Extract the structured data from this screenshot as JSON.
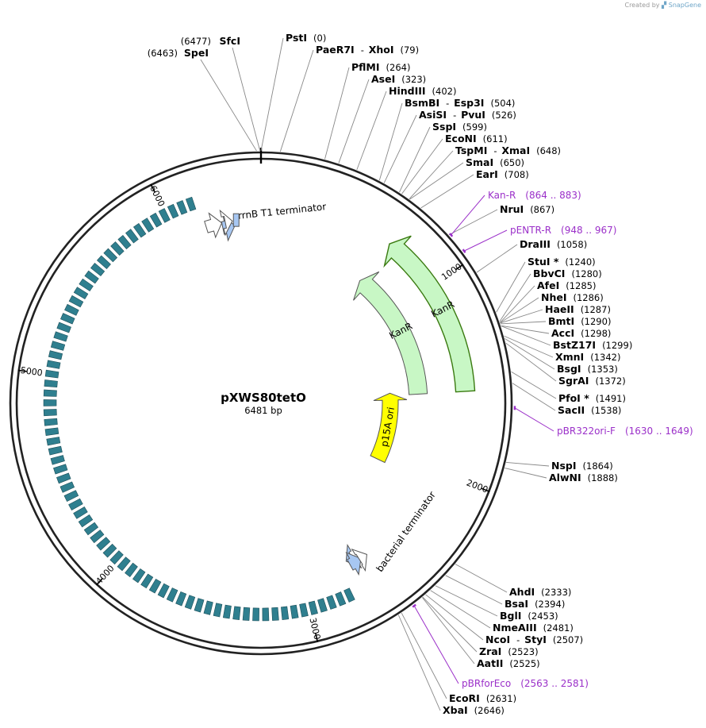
{
  "credit": {
    "prefix": "Created by",
    "brand": "SnapGene"
  },
  "plasmid": {
    "name": "pXWS80tetO",
    "length_label": "6481 bp",
    "length": 6481
  },
  "colors": {
    "feature_green": "#c8f7c5",
    "ori_yellow": "#ffff00",
    "terminator_blue": "#a7c7f2",
    "repeat_teal": "#2f7f8f",
    "primer_purple": "#9b30c9",
    "kan_outline": "#3a7a10"
  },
  "ticks": [
    {
      "value": 1000,
      "label": "1000"
    },
    {
      "value": 2000,
      "label": "2000"
    },
    {
      "value": 3000,
      "label": "3000"
    },
    {
      "value": 4000,
      "label": "4000"
    },
    {
      "value": 5000,
      "label": "5000"
    },
    {
      "value": 6000,
      "label": "6000"
    }
  ],
  "features": [
    {
      "name": "KanR",
      "start": 700,
      "end": 1560,
      "direction": "reverse",
      "color": "#c8f7c5"
    },
    {
      "name": "KanR",
      "start": 700,
      "end": 1560,
      "direction": "reverse",
      "color": "#c8f7c5"
    },
    {
      "name": "p15A ori",
      "start": 1540,
      "end": 2080,
      "direction": "reverse",
      "color": "#ffff00"
    },
    {
      "name": "bacterial terminator",
      "start": 2690,
      "end": 2730,
      "direction": "forward",
      "color": "#a7c7f2"
    },
    {
      "name": "rrnB T1 terminator",
      "start": 6260,
      "end": 6330,
      "direction": "forward",
      "color": "#a7c7f2"
    }
  ],
  "enzymes_right": [
    {
      "name": "PstI",
      "pos": "(0)",
      "bp": 0
    },
    {
      "name": "PaeR7I",
      "name2": "XhoI",
      "pos": "(79)",
      "bp": 79
    },
    {
      "name": "PflMI",
      "pos": "(264)",
      "bp": 264
    },
    {
      "name": "AseI",
      "pos": "(323)",
      "bp": 323
    },
    {
      "name": "HindIII",
      "pos": "(402)",
      "bp": 402
    },
    {
      "name": "BsmBI",
      "name2": "Esp3I",
      "pos": "(504)",
      "bp": 504
    },
    {
      "name": "AsiSI",
      "name2": "PvuI",
      "pos": "(526)",
      "bp": 526
    },
    {
      "name": "SspI",
      "pos": "(599)",
      "bp": 599
    },
    {
      "name": "EcoNI",
      "pos": "(611)",
      "bp": 611
    },
    {
      "name": "TspMI",
      "name2": "XmaI",
      "pos": "(648)",
      "bp": 648
    },
    {
      "name": "SmaI",
      "pos": "(650)",
      "bp": 650
    },
    {
      "name": "EarI",
      "pos": "(708)",
      "bp": 708
    },
    {
      "name": "NruI",
      "pos": "(867)",
      "bp": 867
    },
    {
      "name": "DraIII",
      "pos": "(1058)",
      "bp": 1058
    },
    {
      "name": "StuI *",
      "pos": "(1240)",
      "bp": 1240
    },
    {
      "name": "BbvCI",
      "pos": "(1280)",
      "bp": 1280
    },
    {
      "name": "AfeI",
      "pos": "(1285)",
      "bp": 1285
    },
    {
      "name": "NheI",
      "pos": "(1286)",
      "bp": 1286
    },
    {
      "name": "HaeII",
      "pos": "(1287)",
      "bp": 1287
    },
    {
      "name": "BmtI",
      "pos": "(1290)",
      "bp": 1290
    },
    {
      "name": "AccI",
      "pos": "(1298)",
      "bp": 1298
    },
    {
      "name": "BstZ17I",
      "pos": "(1299)",
      "bp": 1299
    },
    {
      "name": "XmnI",
      "pos": "(1342)",
      "bp": 1342
    },
    {
      "name": "BsgI",
      "pos": "(1353)",
      "bp": 1353
    },
    {
      "name": "SgrAI",
      "pos": "(1372)",
      "bp": 1372
    },
    {
      "name": "PfoI *",
      "pos": "(1491)",
      "bp": 1491
    },
    {
      "name": "SacII",
      "pos": "(1538)",
      "bp": 1538
    },
    {
      "name": "NspI",
      "pos": "(1864)",
      "bp": 1864
    },
    {
      "name": "AlwNI",
      "pos": "(1888)",
      "bp": 1888
    },
    {
      "name": "AhdI",
      "pos": "(2333)",
      "bp": 2333
    },
    {
      "name": "BsaI",
      "pos": "(2394)",
      "bp": 2394
    },
    {
      "name": "BglI",
      "pos": "(2453)",
      "bp": 2453
    },
    {
      "name": "NmeAIII",
      "pos": "(2481)",
      "bp": 2481
    },
    {
      "name": "NcoI",
      "name2": "StyI",
      "pos": "(2507)",
      "bp": 2507
    },
    {
      "name": "ZraI",
      "pos": "(2523)",
      "bp": 2523
    },
    {
      "name": "AatII",
      "pos": "(2525)",
      "bp": 2525
    },
    {
      "name": "EcoRI",
      "pos": "(2631)",
      "bp": 2631
    },
    {
      "name": "XbaI",
      "pos": "(2646)",
      "bp": 2646
    }
  ],
  "enzymes_left": [
    {
      "name": "SfcI",
      "pos": "(6477)",
      "bp": 6477
    },
    {
      "name": "SpeI",
      "pos": "(6463)",
      "bp": 6463
    }
  ],
  "primers": [
    {
      "name": "Kan-R",
      "range": "(864 .. 883)",
      "mid": 873
    },
    {
      "name": "pENTR-R",
      "range": "(948 .. 967)",
      "mid": 957
    },
    {
      "name": "pBR322ori-F",
      "range": "(1630 .. 1649)",
      "mid": 1639
    },
    {
      "name": "pBRforEco",
      "range": "(2563 .. 2581)",
      "mid": 2572
    }
  ]
}
